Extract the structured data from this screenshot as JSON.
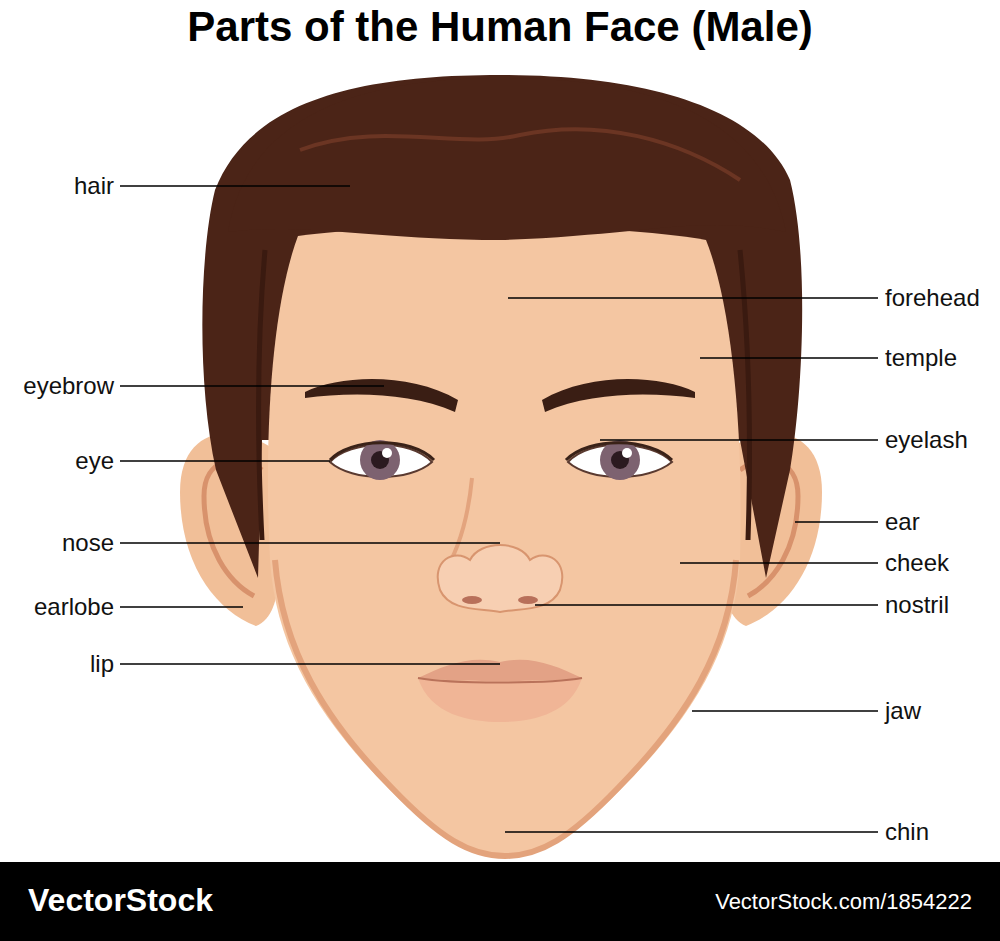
{
  "diagram": {
    "title": "Parts of the Human Face (Male)",
    "labels": [
      "hair",
      "forehead",
      "temple",
      "eyebrow",
      "eyelash",
      "eye",
      "ear",
      "nose",
      "cheek",
      "nostril",
      "earlobe",
      "lip",
      "jaw",
      "chin",
      "VectorStock",
      "VectorStock.com/1854222"
    ]
  }
}
